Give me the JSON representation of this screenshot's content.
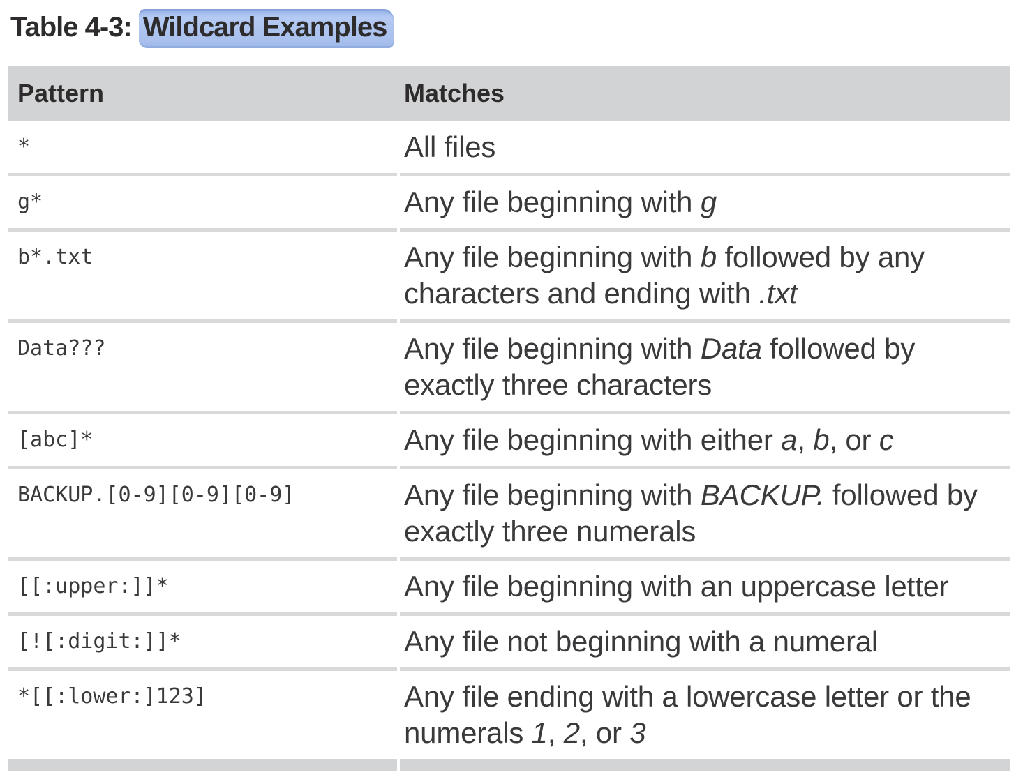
{
  "title": {
    "prefix": "Table 4-3: ",
    "highlighted": "Wildcard Examples"
  },
  "table": {
    "columns": [
      {
        "key": "pattern",
        "label": "Pattern"
      },
      {
        "key": "matches",
        "label": "Matches"
      }
    ],
    "rows": [
      {
        "pattern": "*",
        "matches": [
          {
            "t": "All files"
          }
        ]
      },
      {
        "pattern": "g*",
        "matches": [
          {
            "t": "Any file beginning with "
          },
          {
            "t": "g",
            "i": true
          }
        ]
      },
      {
        "pattern": "b*.txt",
        "matches": [
          {
            "t": "Any file beginning with "
          },
          {
            "t": "b",
            "i": true
          },
          {
            "t": " followed by any characters and ending with "
          },
          {
            "t": ".txt",
            "i": true
          }
        ]
      },
      {
        "pattern": "Data???",
        "matches": [
          {
            "t": "Any file beginning with "
          },
          {
            "t": "Data",
            "i": true
          },
          {
            "t": " followed by exactly three characters"
          }
        ]
      },
      {
        "pattern": "[abc]*",
        "matches": [
          {
            "t": "Any file beginning with either "
          },
          {
            "t": "a",
            "i": true
          },
          {
            "t": ", "
          },
          {
            "t": "b",
            "i": true
          },
          {
            "t": ", or "
          },
          {
            "t": "c",
            "i": true
          }
        ]
      },
      {
        "pattern": "BACKUP.[0-9][0-9][0-9]",
        "matches": [
          {
            "t": "Any file beginning with "
          },
          {
            "t": "BACKUP.",
            "i": true
          },
          {
            "t": " followed by exactly three numerals"
          }
        ]
      },
      {
        "pattern": "[[:upper:]]*",
        "matches": [
          {
            "t": "Any file beginning with an uppercase letter"
          }
        ]
      },
      {
        "pattern": "[![:digit:]]*",
        "matches": [
          {
            "t": "Any file not beginning with a numeral"
          }
        ]
      },
      {
        "pattern": "*[[:lower:]123]",
        "matches": [
          {
            "t": "Any file ending with a lowercase letter or the numerals "
          },
          {
            "t": "1",
            "i": true
          },
          {
            "t": ", "
          },
          {
            "t": "2",
            "i": true
          },
          {
            "t": ", or "
          },
          {
            "t": "3",
            "i": true
          }
        ]
      }
    ]
  },
  "colors": {
    "highlight_blue": "#adc4ef",
    "header_bg": "#d2d3d4",
    "row_separator": "#d8d9da",
    "bottom_bar": "#d3d4d5",
    "text": "#3a393b"
  }
}
